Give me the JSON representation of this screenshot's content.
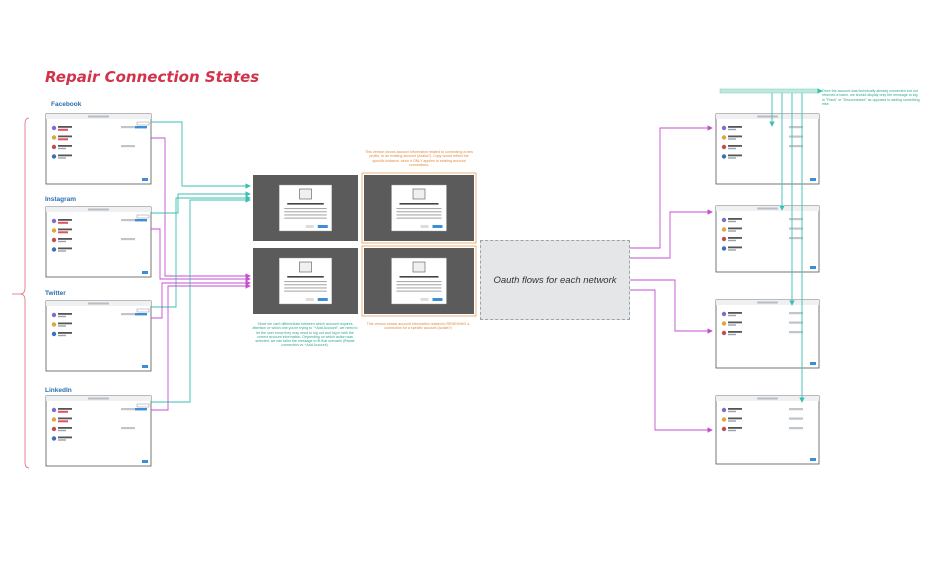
{
  "board": {
    "title": "Repair Connection States",
    "networks": [
      "Facebook",
      "Instagram",
      "Twitter",
      "LinkedIn"
    ],
    "oauth_label": "Oauth flows for each network"
  },
  "notes": {
    "orange_top": "This version shows account information related to connecting a new profile, to an existing account (Azalia?). Copy would reflect the specific instance, since it ONLY applies to existing account connections.",
    "orange_bottom": "This version shows account information related to RENEWING a connection for a specific account (Azalia?)",
    "teal_bottom": "Since we can't differentiate between which account requires attention or which one you're trying to \"+Add Account\", we need to let the user know they may need to log out and log in with the correct account information. Depending on which action was selected, we can tailor the message to fit that scenario (Repair connection vs +Add Account).",
    "teal_right": "Once the account was technically already connected but not returned a token, we should display only the message to log in \"Flash\" or \"Disconnected\" as opposed to adding something else."
  },
  "colors": {
    "title": "#d2334a",
    "network_label": "#2b6cb0",
    "arrow_teal": "#3bbfb2",
    "arrow_magenta": "#c44fd1",
    "note_orange": "#e08a3c",
    "note_teal": "#2fa58c",
    "oauth_fill": "#e4e6e8",
    "badge_red": "#e05260",
    "button_blue": "#3c8fd6"
  }
}
